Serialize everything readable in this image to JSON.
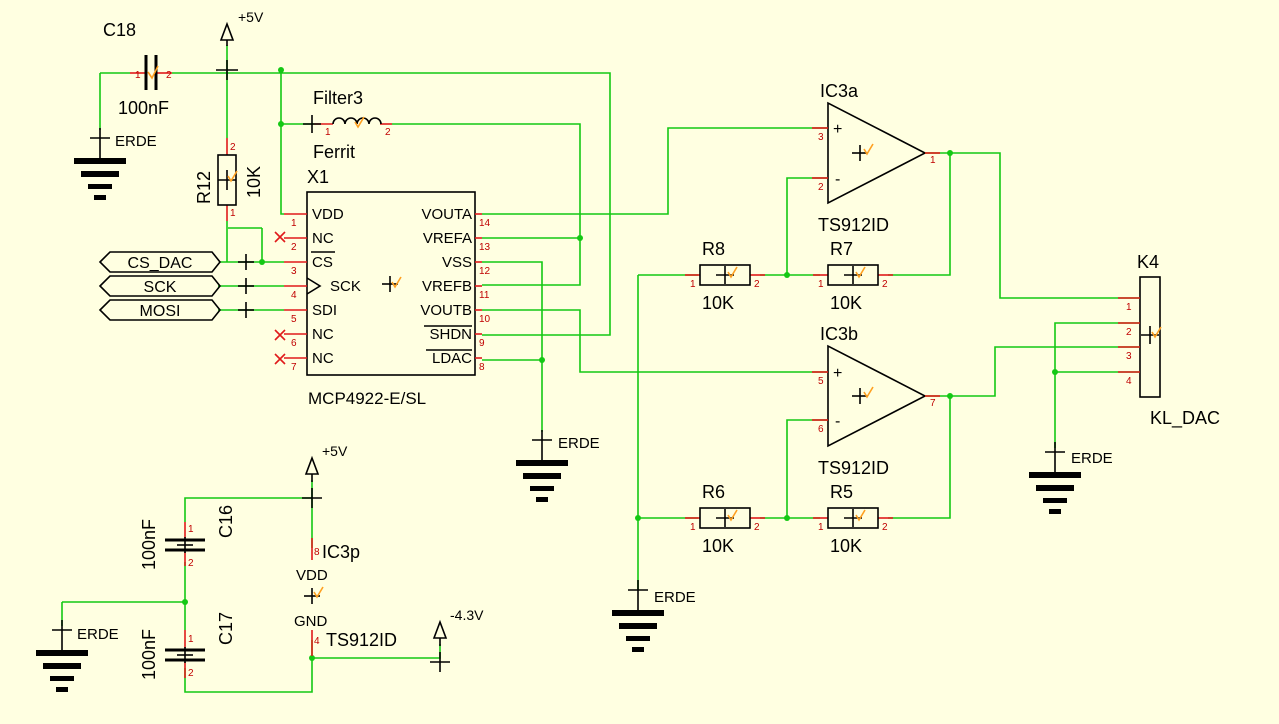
{
  "colors": {
    "background": "#ffffe1",
    "wire": "#14c814",
    "pin": "#e01a1a",
    "part": "#000000"
  },
  "power": {
    "vcc": "+5V",
    "vneg": "-4.3V",
    "gnd": "ERDE"
  },
  "c18": {
    "name": "C18",
    "value": "100nF"
  },
  "r12": {
    "name": "R12",
    "value": "10K"
  },
  "filter": {
    "name": "Filter3",
    "value": "Ferrit"
  },
  "x1": {
    "name": "X1",
    "part": "MCP4922-E/SL",
    "left_pins": [
      "VDD",
      "NC",
      "CS",
      "SCK",
      "SDI",
      "NC",
      "NC"
    ],
    "right_pins": [
      "VOUTA",
      "VREFA",
      "VSS",
      "VREFB",
      "VOUTB",
      "SHDN",
      "LDAC"
    ],
    "left_nums": [
      "1",
      "2",
      "3",
      "4",
      "5",
      "6",
      "7"
    ],
    "right_nums": [
      "14",
      "13",
      "12",
      "11",
      "10",
      "9",
      "8"
    ]
  },
  "ports": [
    "CS_DAC",
    "SCK",
    "MOSI"
  ],
  "ic3a": {
    "name": "IC3a",
    "part": "TS912ID",
    "plus": "3",
    "minus": "2",
    "out": "1"
  },
  "ic3b": {
    "name": "IC3b",
    "part": "TS912ID",
    "plus": "5",
    "minus": "6",
    "out": "7"
  },
  "resistors": {
    "r8": {
      "name": "R8",
      "value": "10K"
    },
    "r7": {
      "name": "R7",
      "value": "10K"
    },
    "r6": {
      "name": "R6",
      "value": "10K"
    },
    "r5": {
      "name": "R5",
      "value": "10K"
    }
  },
  "k4": {
    "name": "K4",
    "part": "KL_DAC",
    "pins": [
      "1",
      "2",
      "3",
      "4"
    ]
  },
  "c16": {
    "name": "C16",
    "value": "100nF"
  },
  "c17": {
    "name": "C17",
    "value": "100nF"
  },
  "ic3p": {
    "name": "IC3p",
    "part": "TS912ID",
    "vdd": "VDD",
    "gnd": "GND",
    "vdd_pin": "8",
    "gnd_pin": "4"
  },
  "pin_nums": {
    "one": "1",
    "two": "2"
  }
}
